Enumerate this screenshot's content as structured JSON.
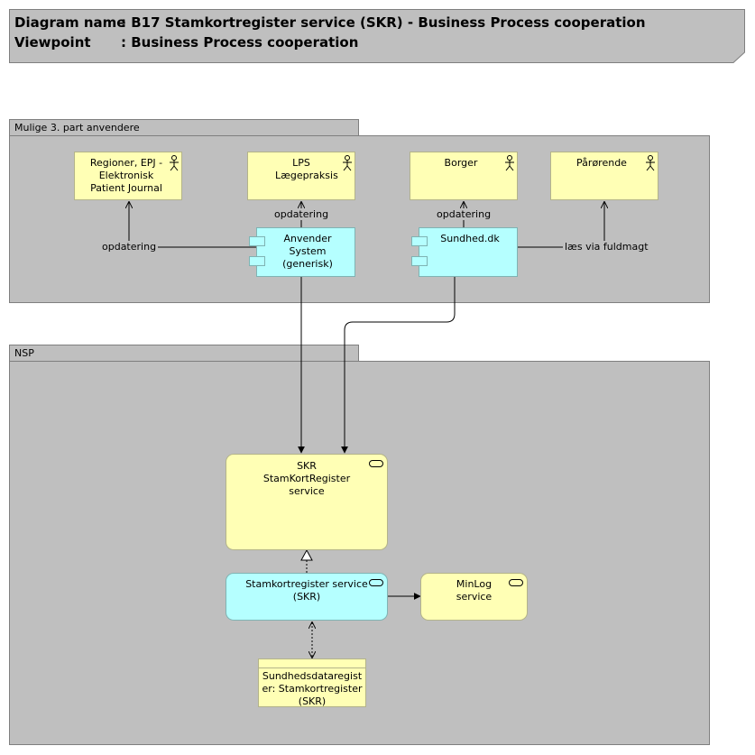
{
  "header": {
    "diagram_label": "Diagram name",
    "diagram_value": ": B17 Stamkortregister service (SKR) - Business Process cooperation",
    "viewpoint_label": "Viewpoint",
    "viewpoint_value": ": Business Process cooperation"
  },
  "groups": {
    "third_party": "Mulige 3. part anvendere",
    "nsp": "NSP"
  },
  "nodes": {
    "regioner": "Regioner, EPJ - Elektronisk Patient Journal",
    "lps": "LPS Lægepraksis",
    "borger": "Borger",
    "paarorende": "Pårørende",
    "anvender_system": "Anvender System (generisk)",
    "sundhed_dk": "Sundhed.dk",
    "skr_service": "SKR StamKortRegister service",
    "stamkort_service": "Stamkortregister service (SKR)",
    "minlog": "MinLog service",
    "sundhedsdataregister": "Sundhedsdataregister: Stamkortregister (SKR)"
  },
  "edges": {
    "opdatering_regioner": "opdatering",
    "opdatering_lps": "opdatering",
    "opdatering_borger": "opdatering",
    "laes_via_fuldmagt": "læs via fuldmagt"
  },
  "colors": {
    "business_yellow": "#ffffb5",
    "application_cyan": "#b5ffff",
    "group_gray": "#bfbfbf"
  }
}
